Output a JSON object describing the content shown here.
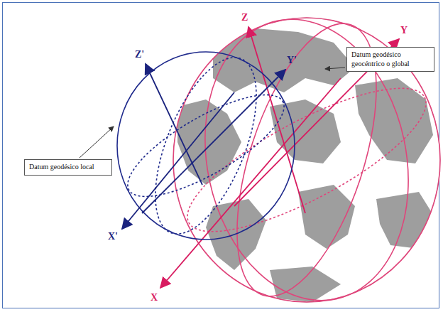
{
  "diagram": {
    "nodes": [
      {
        "text": [
          "Datum geodésico geocéntrico o global"
        ]
      },
      {
        "text": [
          "Datum geodésico local"
        ]
      }
    ],
    "labels": [
      "Z",
      "Y",
      "X",
      "Z'",
      "Y'",
      "X'"
    ]
  }
}
